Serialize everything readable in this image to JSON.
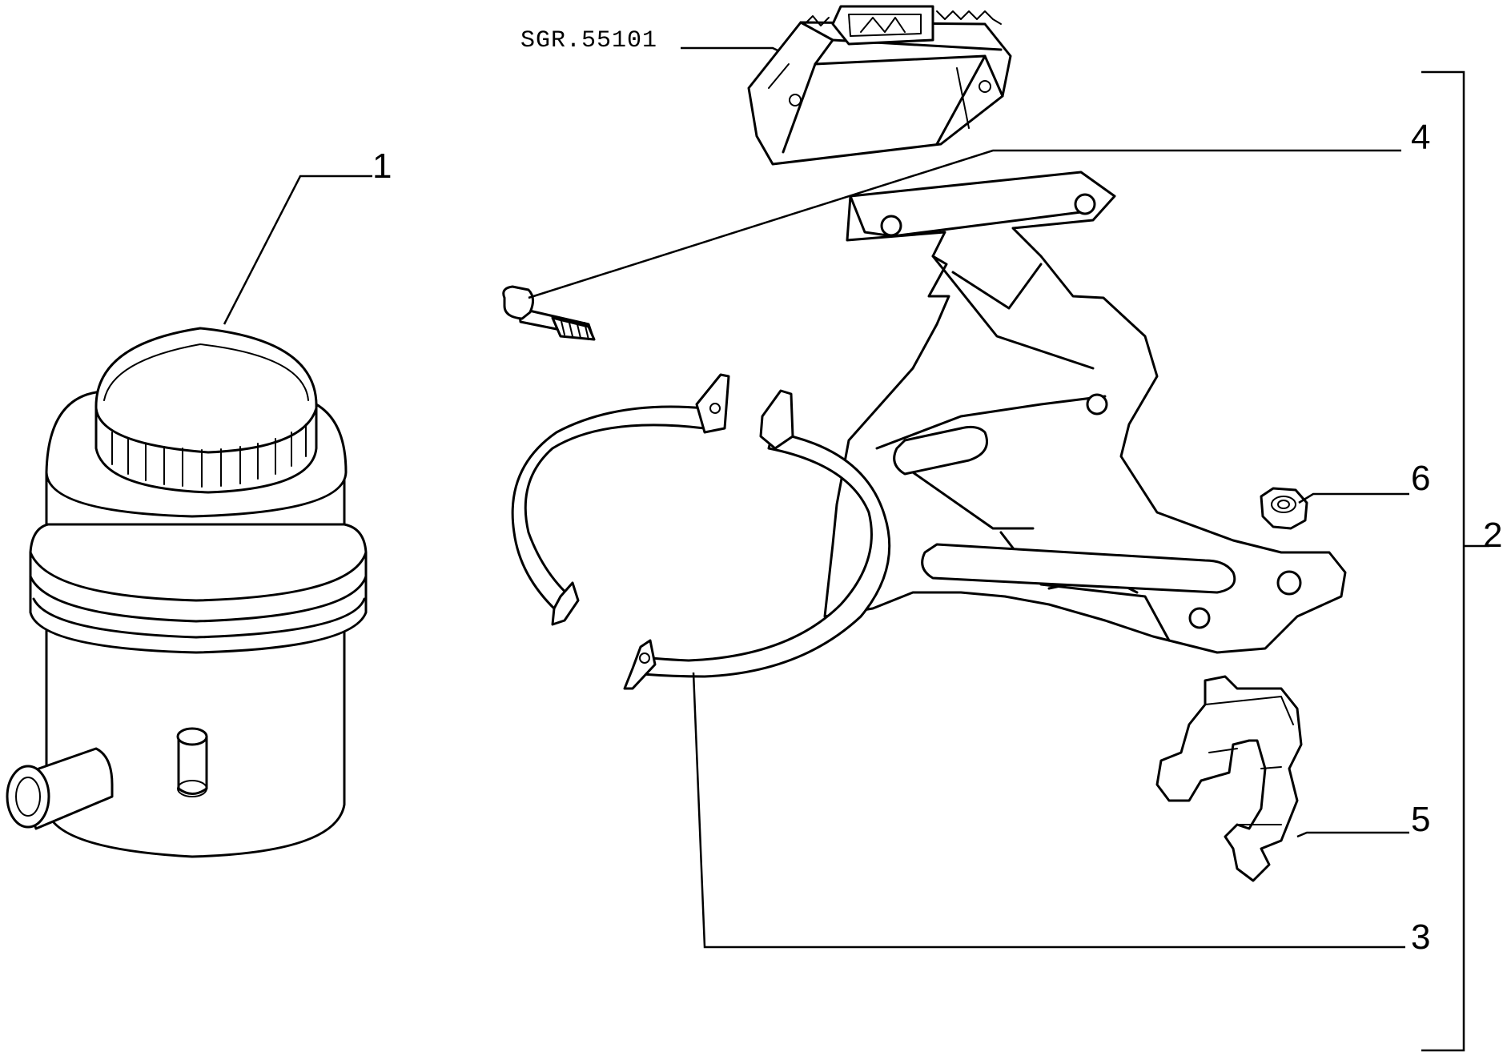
{
  "reference_code": "SGR.55101",
  "callouts": {
    "c1": "1",
    "c2": "2",
    "c3": "3",
    "c4": "4",
    "c5": "5",
    "c6": "6"
  }
}
